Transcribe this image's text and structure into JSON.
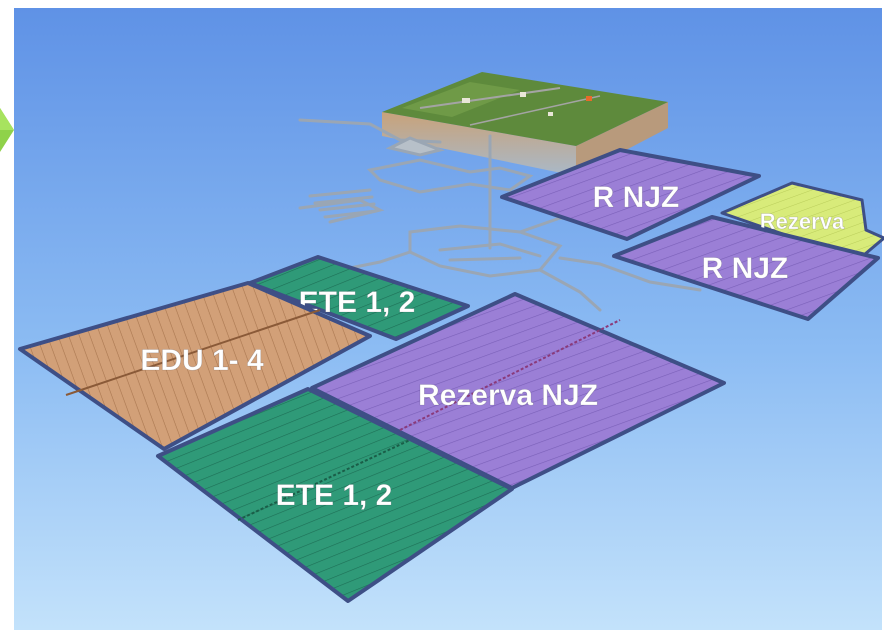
{
  "colors": {
    "background_top": "#5f92e6",
    "background_bottom": "#bfe0fb",
    "purple_zone": "#9b7fd6",
    "green_zone": "#2f9a78",
    "orange_zone": "#d2a078",
    "yellow_zone": "#d8eb7a",
    "zone_border": "#3e4f86",
    "arrow": "#8fd24a"
  },
  "icons": {
    "nav_arrow": "green-arrow-icon"
  },
  "zones": {
    "r_njz_upper": {
      "label": "R NJZ",
      "color_key": "purple_zone"
    },
    "rezerva_small": {
      "label": "Rezerva",
      "color_key": "yellow_zone"
    },
    "r_njz_lower": {
      "label": "R NJZ",
      "color_key": "purple_zone"
    },
    "ete_upper": {
      "label": "ETE 1, 2",
      "color_key": "green_zone"
    },
    "edu": {
      "label": "EDU 1- 4",
      "color_key": "orange_zone"
    },
    "rezerva_njz": {
      "label": "Rezerva NJZ",
      "color_key": "purple_zone"
    },
    "ete_lower": {
      "label": "ETE 1, 2",
      "color_key": "green_zone"
    }
  }
}
